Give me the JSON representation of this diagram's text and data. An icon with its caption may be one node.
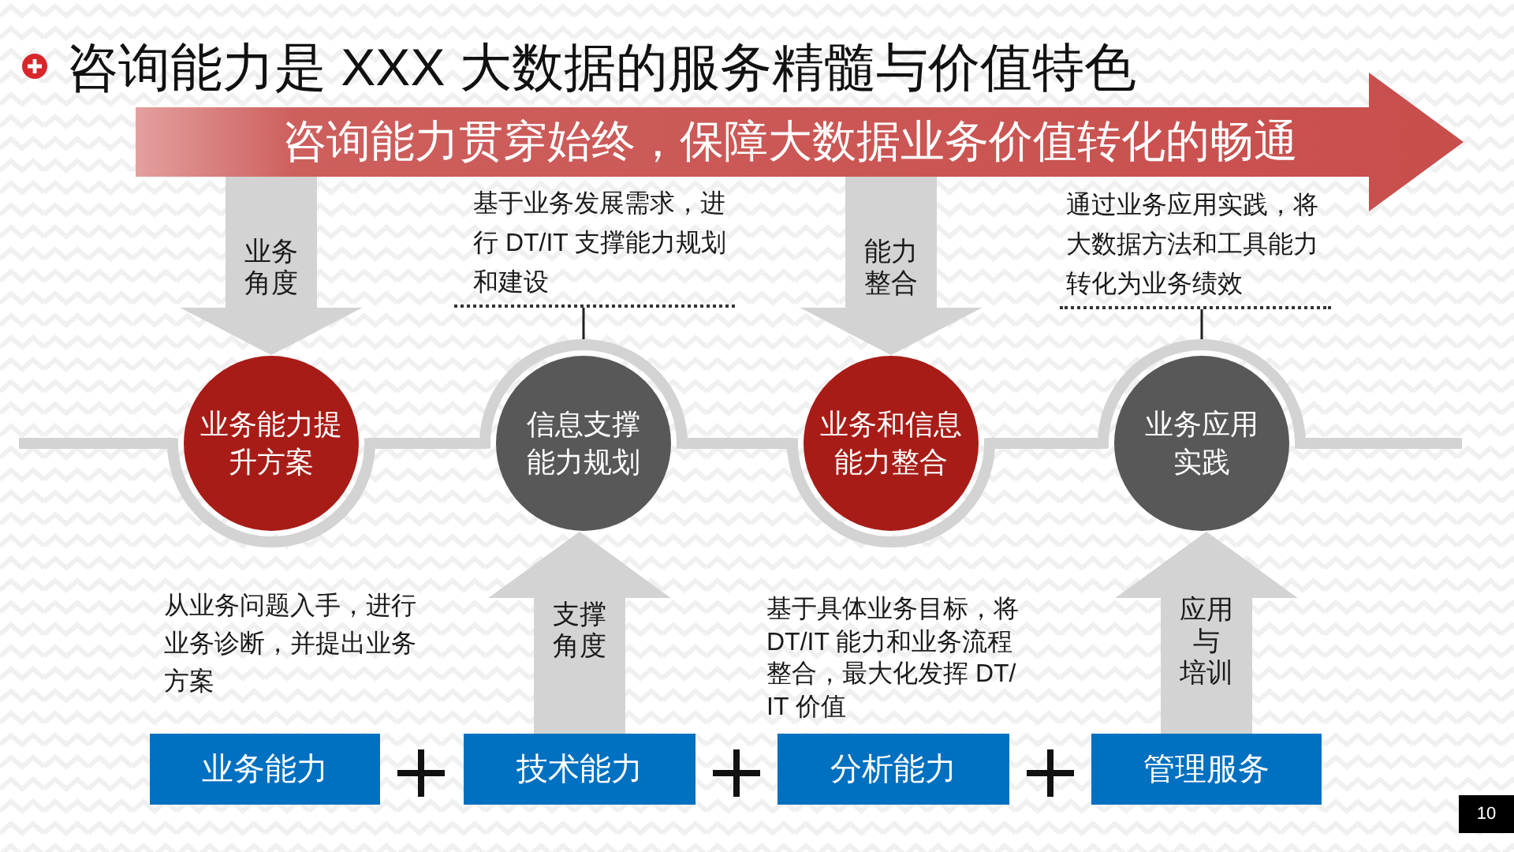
{
  "diagram": {
    "title": "咨询能力是 XXX 大数据的服务精髓与价值特色",
    "nodes": [
      {
        "text": [
          "咨询能力贯穿始终，保障大数据业务价值转化的畅通"
        ]
      },
      {
        "text": [
          "基于业务发展需求，进行 DT/IT 支撑能力规划和建设"
        ]
      },
      {
        "text": [
          "通过业务应用实践，将大数据方法和工具能力转化为业务绩效"
        ]
      },
      {
        "text": [
          "业务能力提升方案"
        ]
      },
      {
        "text": [
          "信息支撑能力规划"
        ]
      },
      {
        "text": [
          "业务和信息能力整合"
        ]
      },
      {
        "text": [
          "业务应用实践"
        ]
      },
      {
        "text": [
          "业务能力"
        ]
      },
      {
        "text": [
          "技术能力"
        ]
      },
      {
        "text": [
          "分析能力"
        ]
      },
      {
        "text": [
          "管理服务"
        ]
      }
    ],
    "edges": [
      {
        "from": 1,
        "to": 4,
        "arrow": "none",
        "color": "#1f1f1f"
      },
      {
        "from": 2,
        "to": 6,
        "arrow": "none",
        "color": "#1f1f1f"
      },
      {
        "from": null,
        "to": 3,
        "arrow": "none"
      },
      {
        "from": 3,
        "to": 4,
        "arrow": "none"
      },
      {
        "from": 4,
        "to": 5,
        "arrow": "none"
      },
      {
        "from": 5,
        "to": 6,
        "arrow": "none"
      },
      {
        "from": 6,
        "to": null,
        "arrow": "none"
      },
      {
        "from": 0,
        "to": 3,
        "arrow": "to",
        "style": "thick",
        "label": "业务角度"
      },
      {
        "from": 0,
        "to": 5,
        "arrow": "to",
        "style": "thick",
        "label": "能力整合"
      },
      {
        "from": 8,
        "to": 4,
        "arrow": "to",
        "style": "thick",
        "label": "支撑角度"
      },
      {
        "from": 10,
        "to": 6,
        "arrow": "to",
        "style": "thick",
        "label": "应用与培训"
      }
    ],
    "labels": [
      "从业务问题入手，进行业务诊断，并提出业务方案",
      "基于具体业务目标，将DT/IT 能力和业务流程整合，最大化发挥 DT/IT 价值",
      "10"
    ]
  }
}
